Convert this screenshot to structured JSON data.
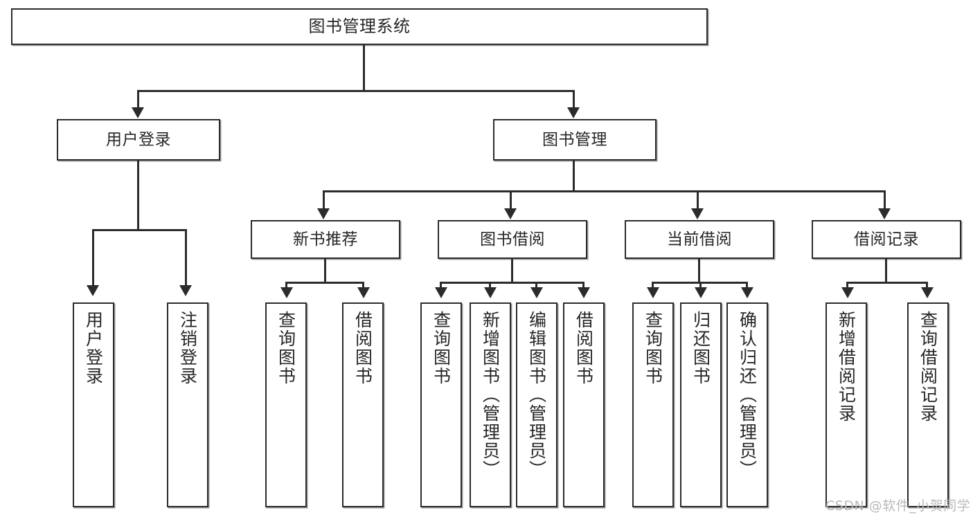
{
  "diagram": {
    "title": "图书管理系统",
    "type": "tree-hierarchy-chart",
    "root": {
      "label": "图书管理系统"
    },
    "level2": [
      {
        "label": "用户登录"
      },
      {
        "label": "图书管理"
      }
    ],
    "level3": [
      {
        "label": "新书推荐"
      },
      {
        "label": "图书借阅"
      },
      {
        "label": "当前借阅"
      },
      {
        "label": "借阅记录"
      }
    ],
    "leaves": {
      "user_login": [
        {
          "label": "用户登录"
        },
        {
          "label": "注销登录"
        }
      ],
      "new_book_recommend": [
        {
          "label": "查询图书"
        },
        {
          "label": "借阅图书"
        }
      ],
      "book_borrow": [
        {
          "label": "查询图书"
        },
        {
          "label": "新增图书（管理员）"
        },
        {
          "label": "编辑图书（管理员）"
        },
        {
          "label": "借阅图书"
        }
      ],
      "current_borrow": [
        {
          "label": "查询图书"
        },
        {
          "label": "归还图书"
        },
        {
          "label": "确认归还（管理员）"
        }
      ],
      "borrow_record": [
        {
          "label": "新增借阅记录"
        },
        {
          "label": "查询借阅记录"
        }
      ]
    }
  },
  "watermark": {
    "text": "CSDN @软件_小贺同学"
  },
  "colors": {
    "stroke": "#2b2b2b",
    "fill": "#ffffff",
    "text": "#262626",
    "shadow": "#9a9a9a",
    "watermark": "#b9b9b9"
  }
}
